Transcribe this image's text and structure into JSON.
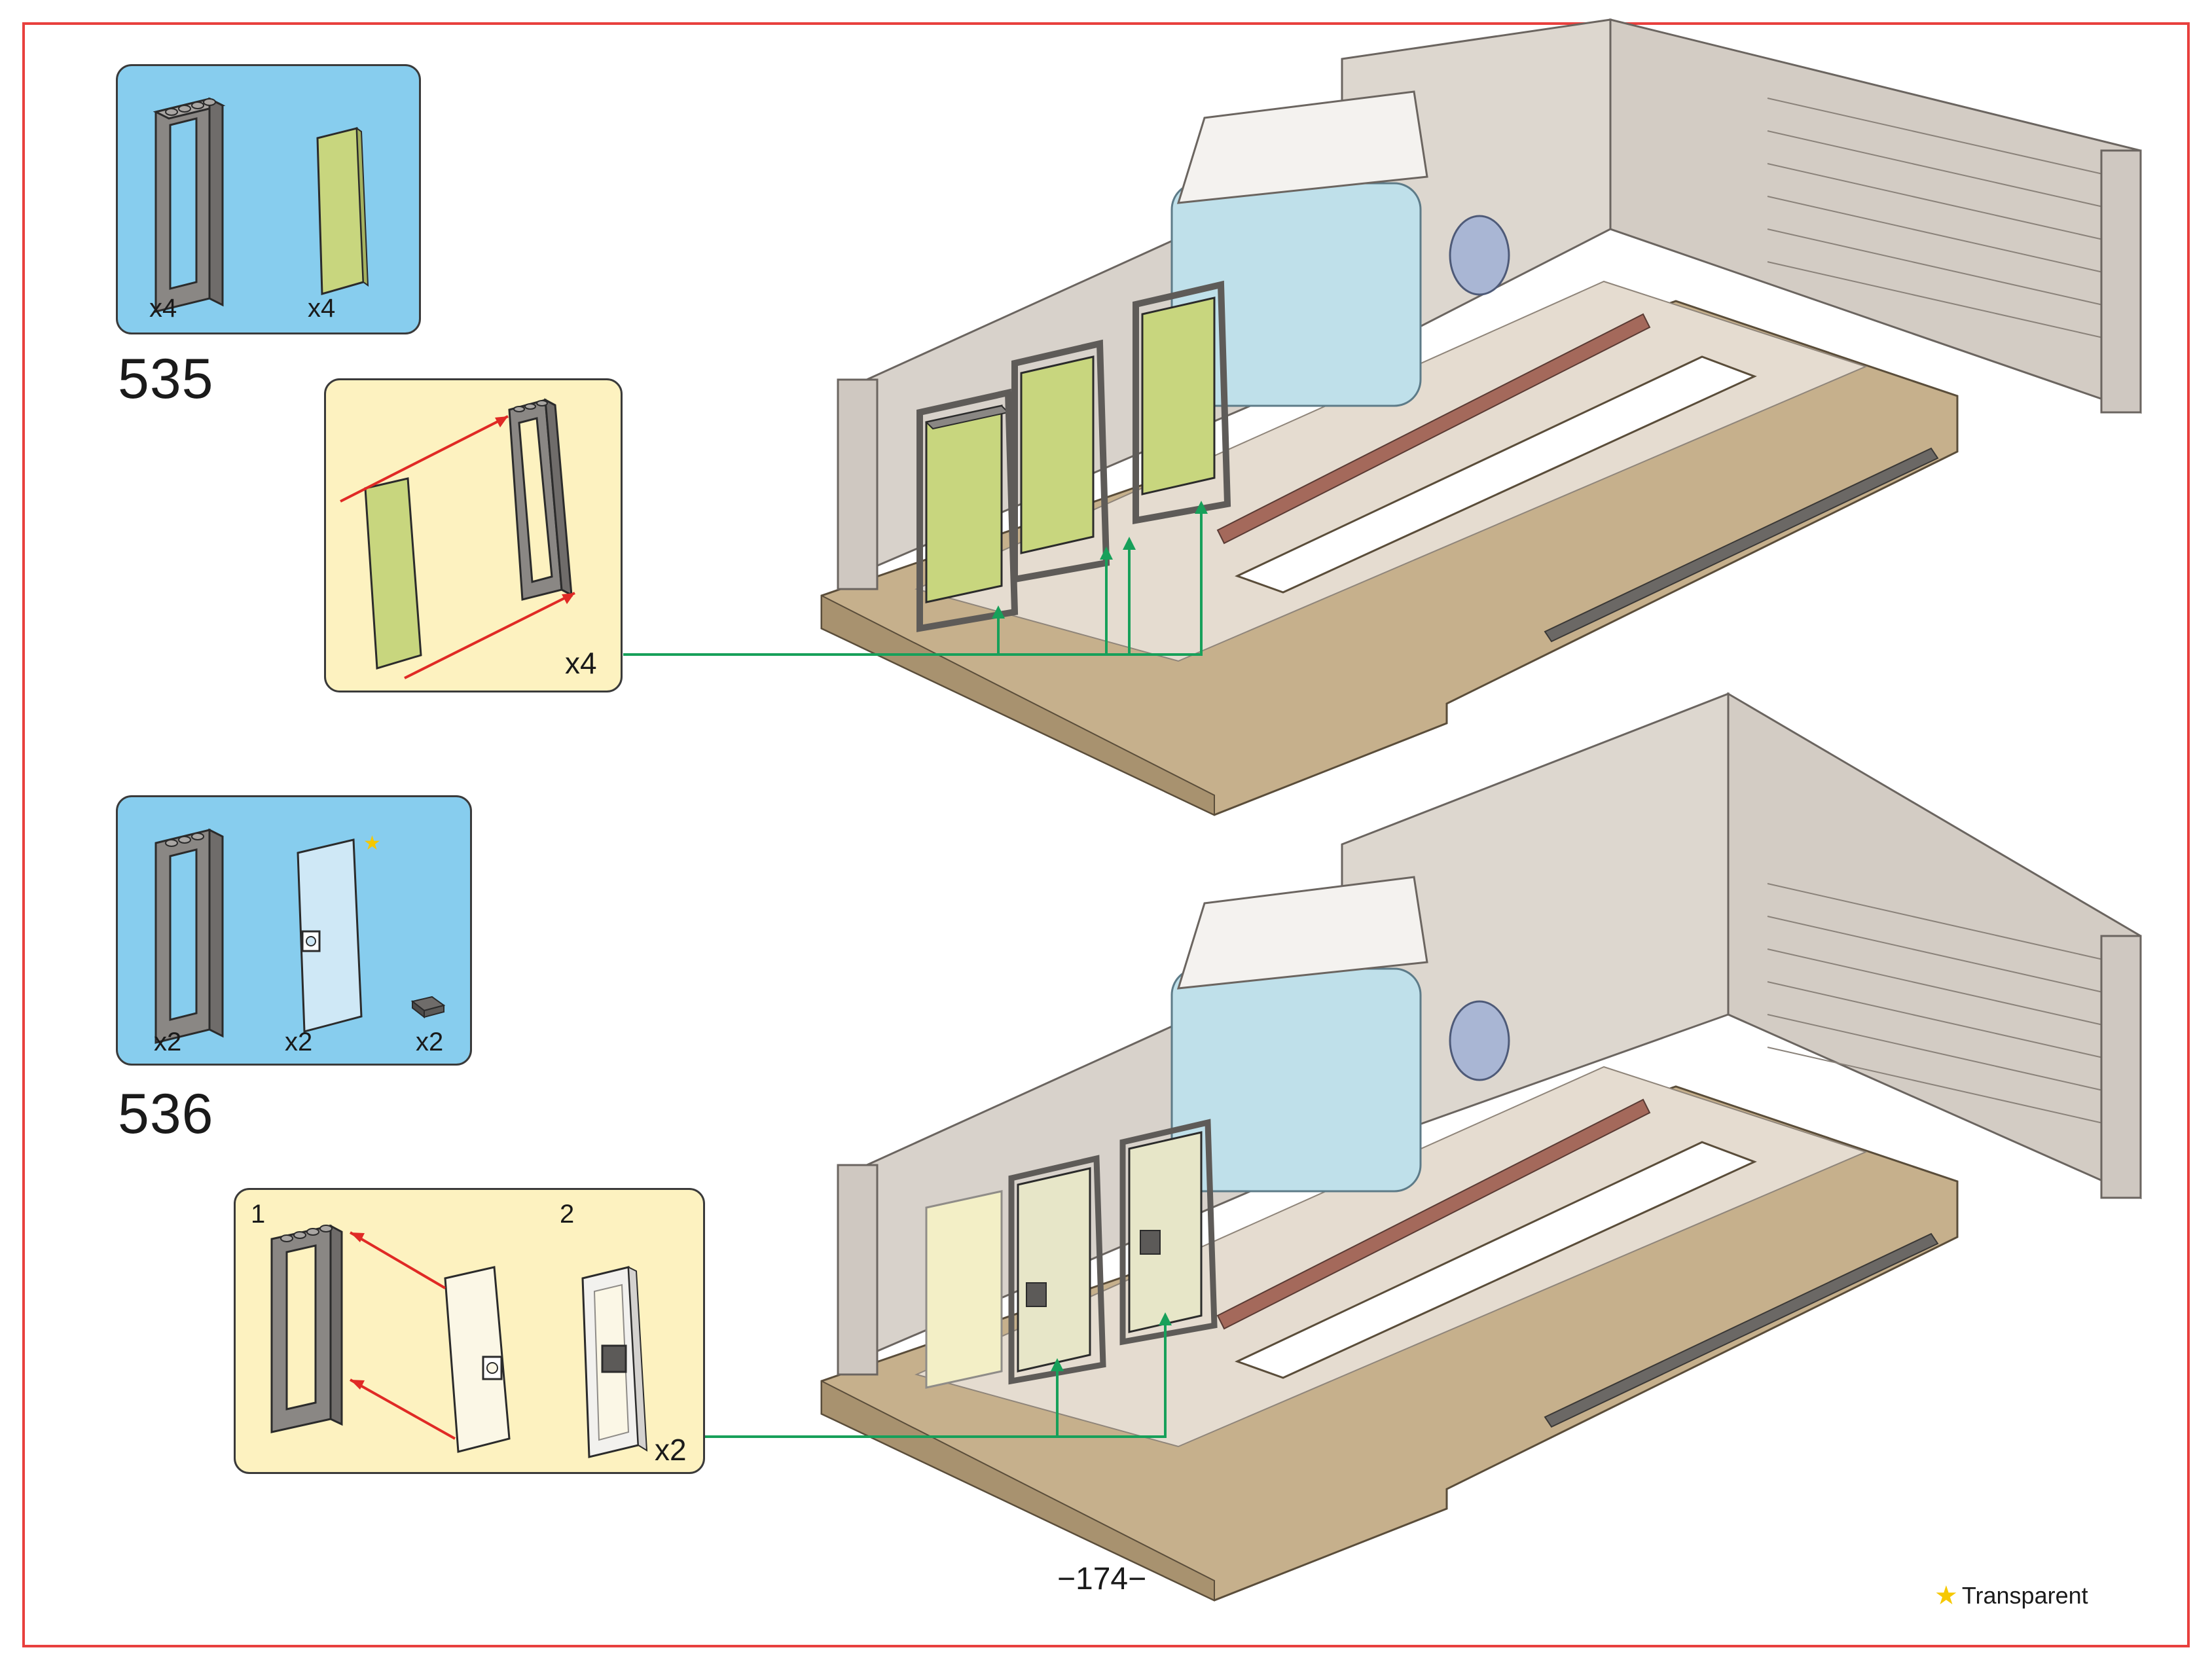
{
  "page": {
    "number": "−174−"
  },
  "legend": {
    "symbol": "★",
    "label": "Transparent"
  },
  "colors": {
    "frame": "#e8403e",
    "parts_bg": "#87cdee",
    "sub_bg": "#fdf2c0",
    "arrow_red": "#e02a25",
    "connector_green": "#17a05a",
    "door_green": "#c8d67e",
    "brick_grey": "#8a8784",
    "baseplate_tan": "#c6b08c"
  },
  "steps": [
    {
      "number": "535",
      "parts": [
        {
          "name": "door-frame",
          "qty": "x4"
        },
        {
          "name": "door-panel-yellow-green",
          "qty": "x4"
        }
      ],
      "submodel": {
        "multiplier": "x4"
      }
    },
    {
      "number": "536",
      "parts": [
        {
          "name": "door-frame",
          "qty": "x2"
        },
        {
          "name": "door-transparent",
          "qty": "x2"
        },
        {
          "name": "tile-grille",
          "qty": "x2"
        }
      ],
      "submodel": {
        "sub1": "1",
        "sub2": "2",
        "multiplier": "x2"
      }
    }
  ]
}
